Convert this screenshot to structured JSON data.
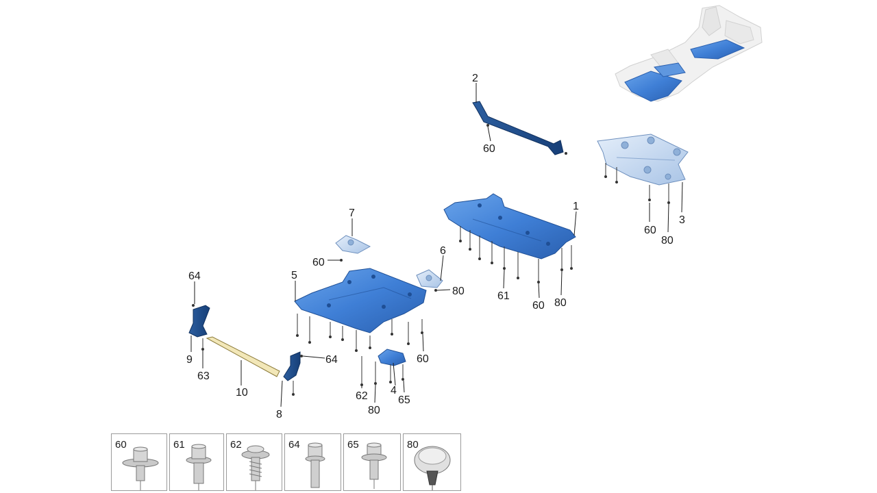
{
  "callouts": {
    "c1": "1",
    "c2": "2",
    "c3": "3",
    "c4": "4",
    "c5": "5",
    "c6": "6",
    "c7": "7",
    "c8": "8",
    "c9": "9",
    "c10": "10",
    "c60a": "60",
    "c60b": "60",
    "c60c": "60",
    "c60d": "60",
    "c60e": "60",
    "c61": "61",
    "c62": "62",
    "c63": "63",
    "c64a": "64",
    "c64b": "64",
    "c65": "65",
    "c80a": "80",
    "c80b": "80",
    "c80c": "80",
    "c80d": "80"
  },
  "fasteners": [
    {
      "number": "60",
      "icon": "flange-bolt-washer-icon"
    },
    {
      "number": "61",
      "icon": "hex-flange-bolt-icon"
    },
    {
      "number": "62",
      "icon": "self-tapping-screw-icon"
    },
    {
      "number": "64",
      "icon": "hex-bolt-icon"
    },
    {
      "number": "65",
      "icon": "hex-flange-bolt-short-icon"
    },
    {
      "number": "80",
      "icon": "push-clip-icon"
    }
  ],
  "colors": {
    "panel_blue": "#3f7fd6",
    "panel_dark": "#1f4f95",
    "panel_light": "#bcd3ee",
    "line": "#1a1a1a"
  }
}
